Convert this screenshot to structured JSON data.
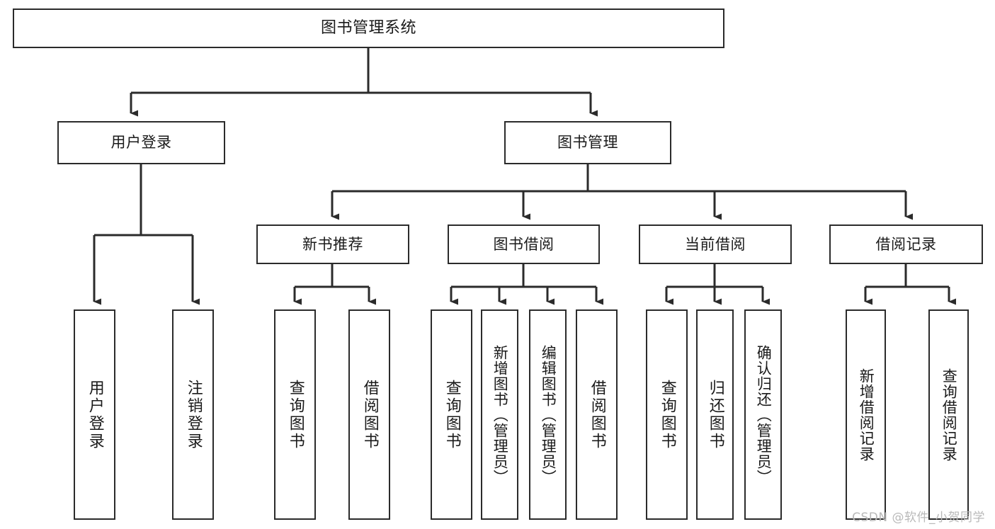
{
  "diagram": {
    "title": "图书管理系统",
    "type": "tree",
    "watermark": "CSDN @软件_小贺同学",
    "colors": {
      "box_border": "#2b2b2b",
      "box_fill": "#ffffff",
      "connector": "#2b2b2b",
      "text": "#1a1a1a",
      "watermark": "#b9b9b9",
      "background": "#ffffff"
    },
    "levels": {
      "root": "图书管理系统",
      "level2": [
        "用户登录",
        "图书管理"
      ],
      "level3": [
        "新书推荐",
        "图书借阅",
        "当前借阅",
        "借阅记录"
      ]
    },
    "nodes": {
      "root": {
        "label": "图书管理系统"
      },
      "user_login": {
        "label": "用户登录"
      },
      "book_manage": {
        "label": "图书管理"
      },
      "new_book_rec": {
        "label": "新书推荐"
      },
      "book_borrow": {
        "label": "图书借阅"
      },
      "current_borrow": {
        "label": "当前借阅"
      },
      "borrow_record": {
        "label": "借阅记录"
      },
      "leaf_user_login": {
        "label": "用户登录"
      },
      "leaf_logout": {
        "label": "注销登录"
      },
      "leaf_query_book_rec": {
        "label": "查询图书"
      },
      "leaf_borrow_book_rec": {
        "label": "借阅图书"
      },
      "leaf_query_book_b": {
        "label": "查询图书"
      },
      "leaf_add_book": {
        "label": "新增图书（管理员）"
      },
      "leaf_edit_book": {
        "label": "编辑图书（管理员）"
      },
      "leaf_borrow_book_b": {
        "label": "借阅图书"
      },
      "leaf_query_book_c": {
        "label": "查询图书"
      },
      "leaf_return_book": {
        "label": "归还图书"
      },
      "leaf_confirm_return": {
        "label": "确认归还（管理员）"
      },
      "leaf_add_record": {
        "label": "新增借阅记录"
      },
      "leaf_query_record": {
        "label": "查询借阅记录"
      }
    }
  }
}
